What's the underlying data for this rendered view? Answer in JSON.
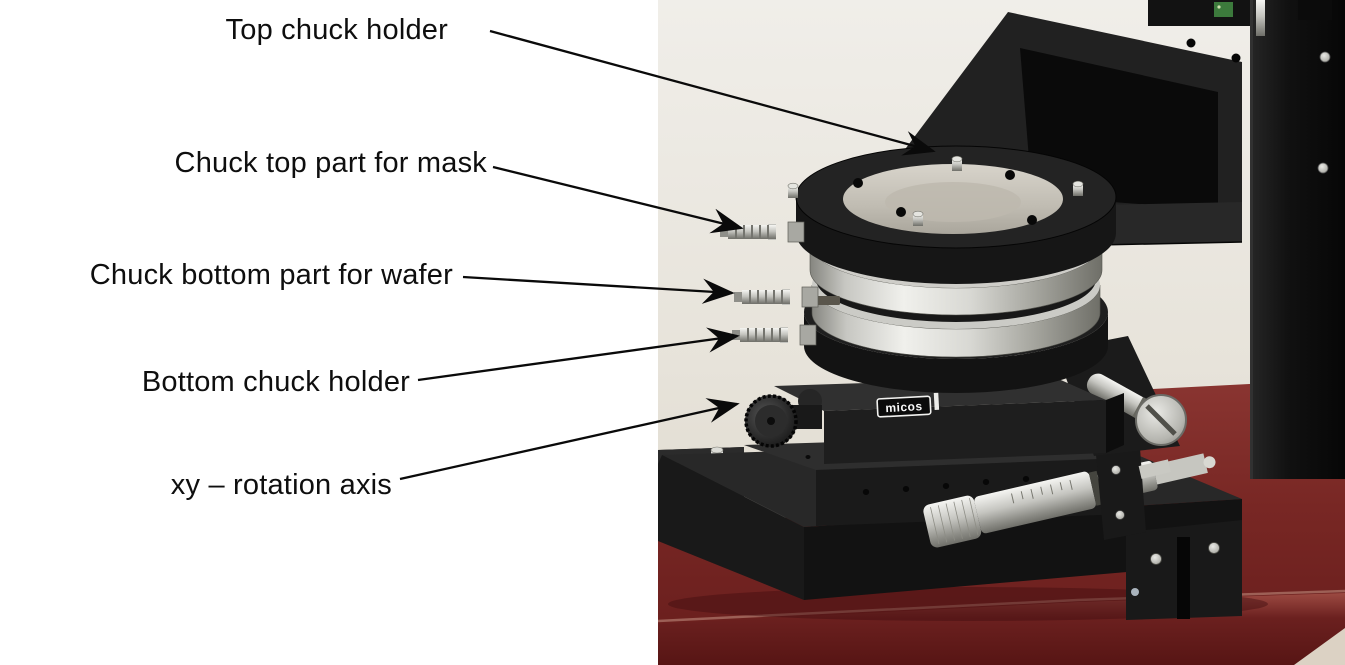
{
  "figure": {
    "callouts": [
      {
        "label": "Top chuck holder"
      },
      {
        "label": "Chuck top part for mask"
      },
      {
        "label": "Chuck bottom part for wafer"
      },
      {
        "label": "Bottom chuck holder"
      },
      {
        "label": "xy – rotation axis"
      }
    ]
  },
  "photo": {
    "brand_label": "micos"
  },
  "colors": {
    "label_text": "#0e0e0e",
    "arrow": "#0a0a0a",
    "wall": "#e9e5dc",
    "table_top": "#7b2a27",
    "device_black": "#1b1b1b",
    "metal_silver": "#cfcfca",
    "pcb_green": "#3c7a3c"
  }
}
